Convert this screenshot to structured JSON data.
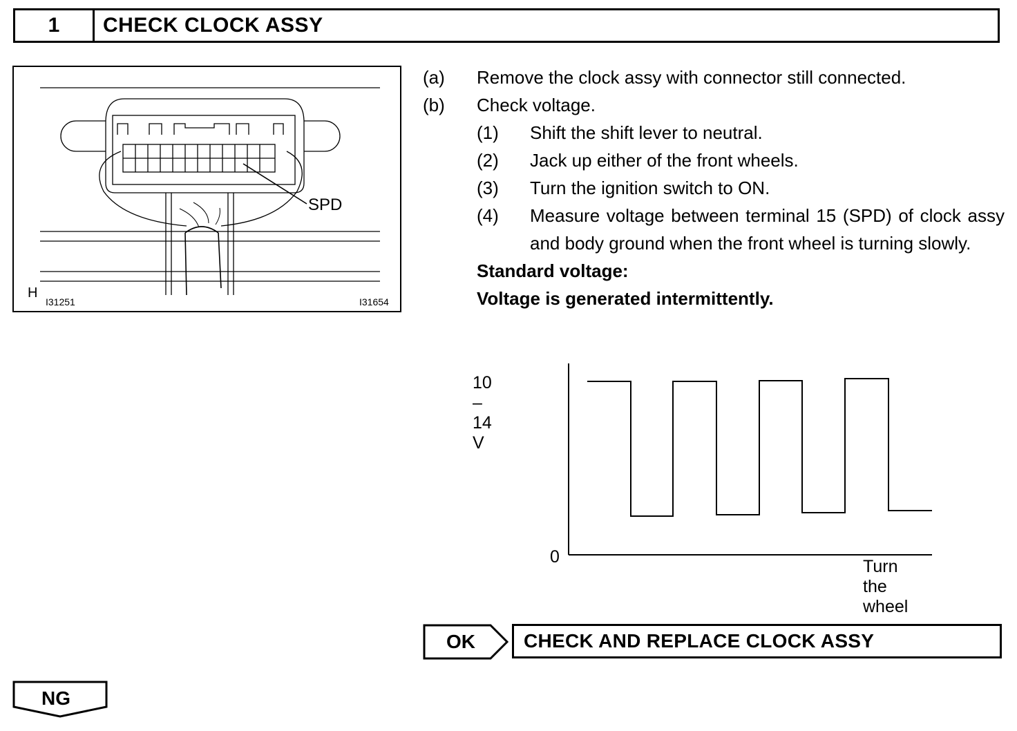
{
  "header": {
    "step_number": "1",
    "title": "CHECK CLOCK ASSY"
  },
  "figure": {
    "callout": "SPD",
    "corner_mark": "H",
    "code_left": "I31251",
    "code_right": "I31654"
  },
  "steps": [
    {
      "marker": "(a)",
      "text": "Remove the clock assy with connector still connected."
    },
    {
      "marker": "(b)",
      "text": "Check voltage."
    }
  ],
  "substeps": [
    {
      "marker": "(1)",
      "text": "Shift the shift lever to neutral."
    },
    {
      "marker": "(2)",
      "text": "Jack up either of the front wheels."
    },
    {
      "marker": "(3)",
      "text": "Turn the ignition switch to ON."
    },
    {
      "marker": "(4)",
      "text": "Measure voltage between terminal 15 (SPD) of clock assy and body ground when the front wheel is turning slowly."
    }
  ],
  "standard": {
    "heading": "Standard voltage:",
    "value": "Voltage is generated intermittently."
  },
  "graph": {
    "y_high_label": "10 – 14 V",
    "y_zero_label": "0",
    "x_label": "Turn the wheel"
  },
  "result": {
    "ok_label": "OK",
    "ok_action": "CHECK AND REPLACE CLOCK ASSY",
    "ng_label": "NG"
  }
}
